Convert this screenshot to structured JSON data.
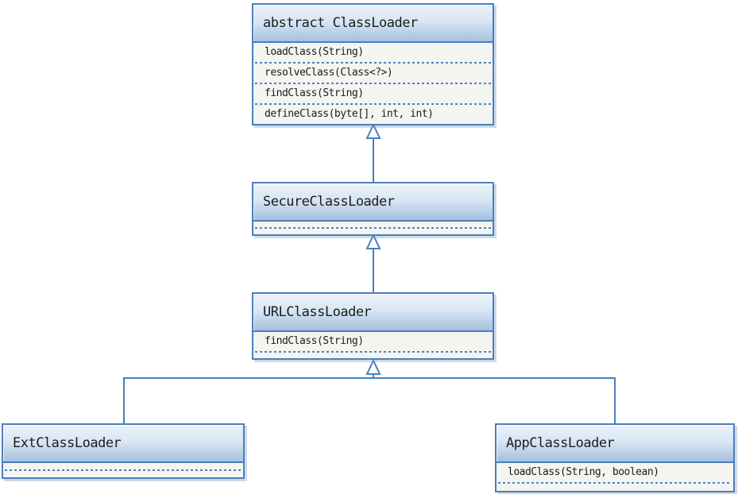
{
  "colors": {
    "canvas-bg": "#ffffff",
    "accent": "#4a7fbc",
    "header-grad-top": "#ecf2fa",
    "header-grad-mid": "#d9e6f4",
    "header-grad-bottom": "#a5c0de",
    "body-bg": "#f4f4f1",
    "dash": "#4d82be",
    "text": "#1c1c1c"
  },
  "classes": [
    {
      "name": "abstract ClassLoader",
      "methods": [
        "loadClass(String)",
        "resolveClass(Class<?>)",
        "findClass(String)",
        "defineClass(byte[], int, int)"
      ]
    },
    {
      "name": "SecureClassLoader",
      "methods": []
    },
    {
      "name": "URLClassLoader",
      "methods": [
        "findClass(String)"
      ]
    },
    {
      "name": "ExtClassLoader",
      "methods": []
    },
    {
      "name": "AppClassLoader",
      "methods": [
        "loadClass(String, boolean)"
      ]
    }
  ],
  "relations": [
    {
      "from": "SecureClassLoader",
      "to": "abstract ClassLoader",
      "type": "generalization"
    },
    {
      "from": "URLClassLoader",
      "to": "SecureClassLoader",
      "type": "generalization"
    },
    {
      "from": "ExtClassLoader",
      "to": "URLClassLoader",
      "type": "generalization"
    },
    {
      "from": "AppClassLoader",
      "to": "URLClassLoader",
      "type": "generalization"
    }
  ]
}
